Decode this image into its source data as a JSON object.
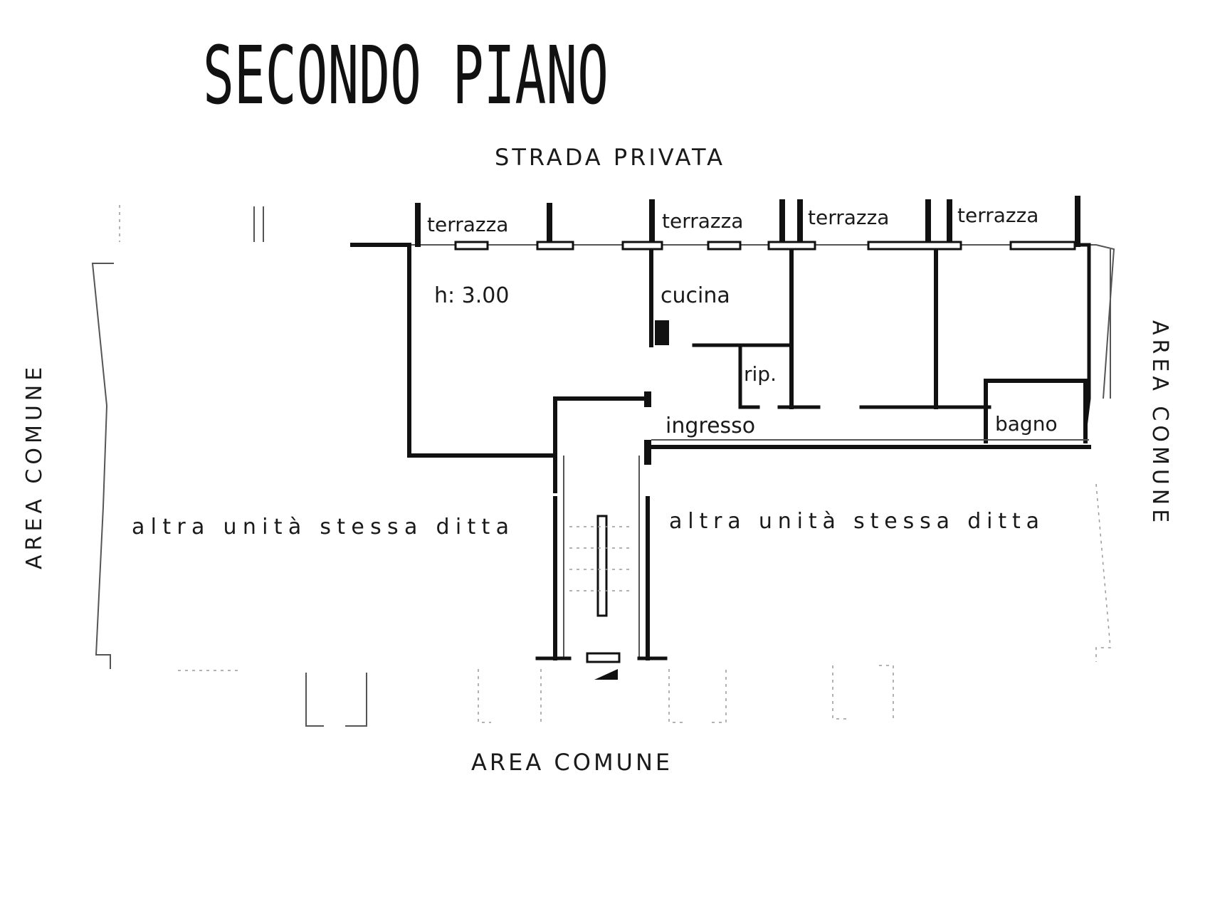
{
  "floor_title": "SECONDO PIANO",
  "surroundings": {
    "top": "STRADA PRIVATA",
    "bottom": "AREA COMUNE",
    "left": "AREA COMUNE",
    "right": "AREA COMUNE"
  },
  "rooms": {
    "terrazza_1": "terrazza",
    "terrazza_2": "terrazza",
    "terrazza_3": "terrazza",
    "terrazza_4": "terrazza",
    "height_note": "h: 3.00",
    "cucina": "cucina",
    "ripostiglio": "rip.",
    "ingresso": "ingresso",
    "bagno": "bagno",
    "other_unit_left": "altra unità stessa ditta",
    "other_unit_right": "altra unità stessa ditta"
  }
}
